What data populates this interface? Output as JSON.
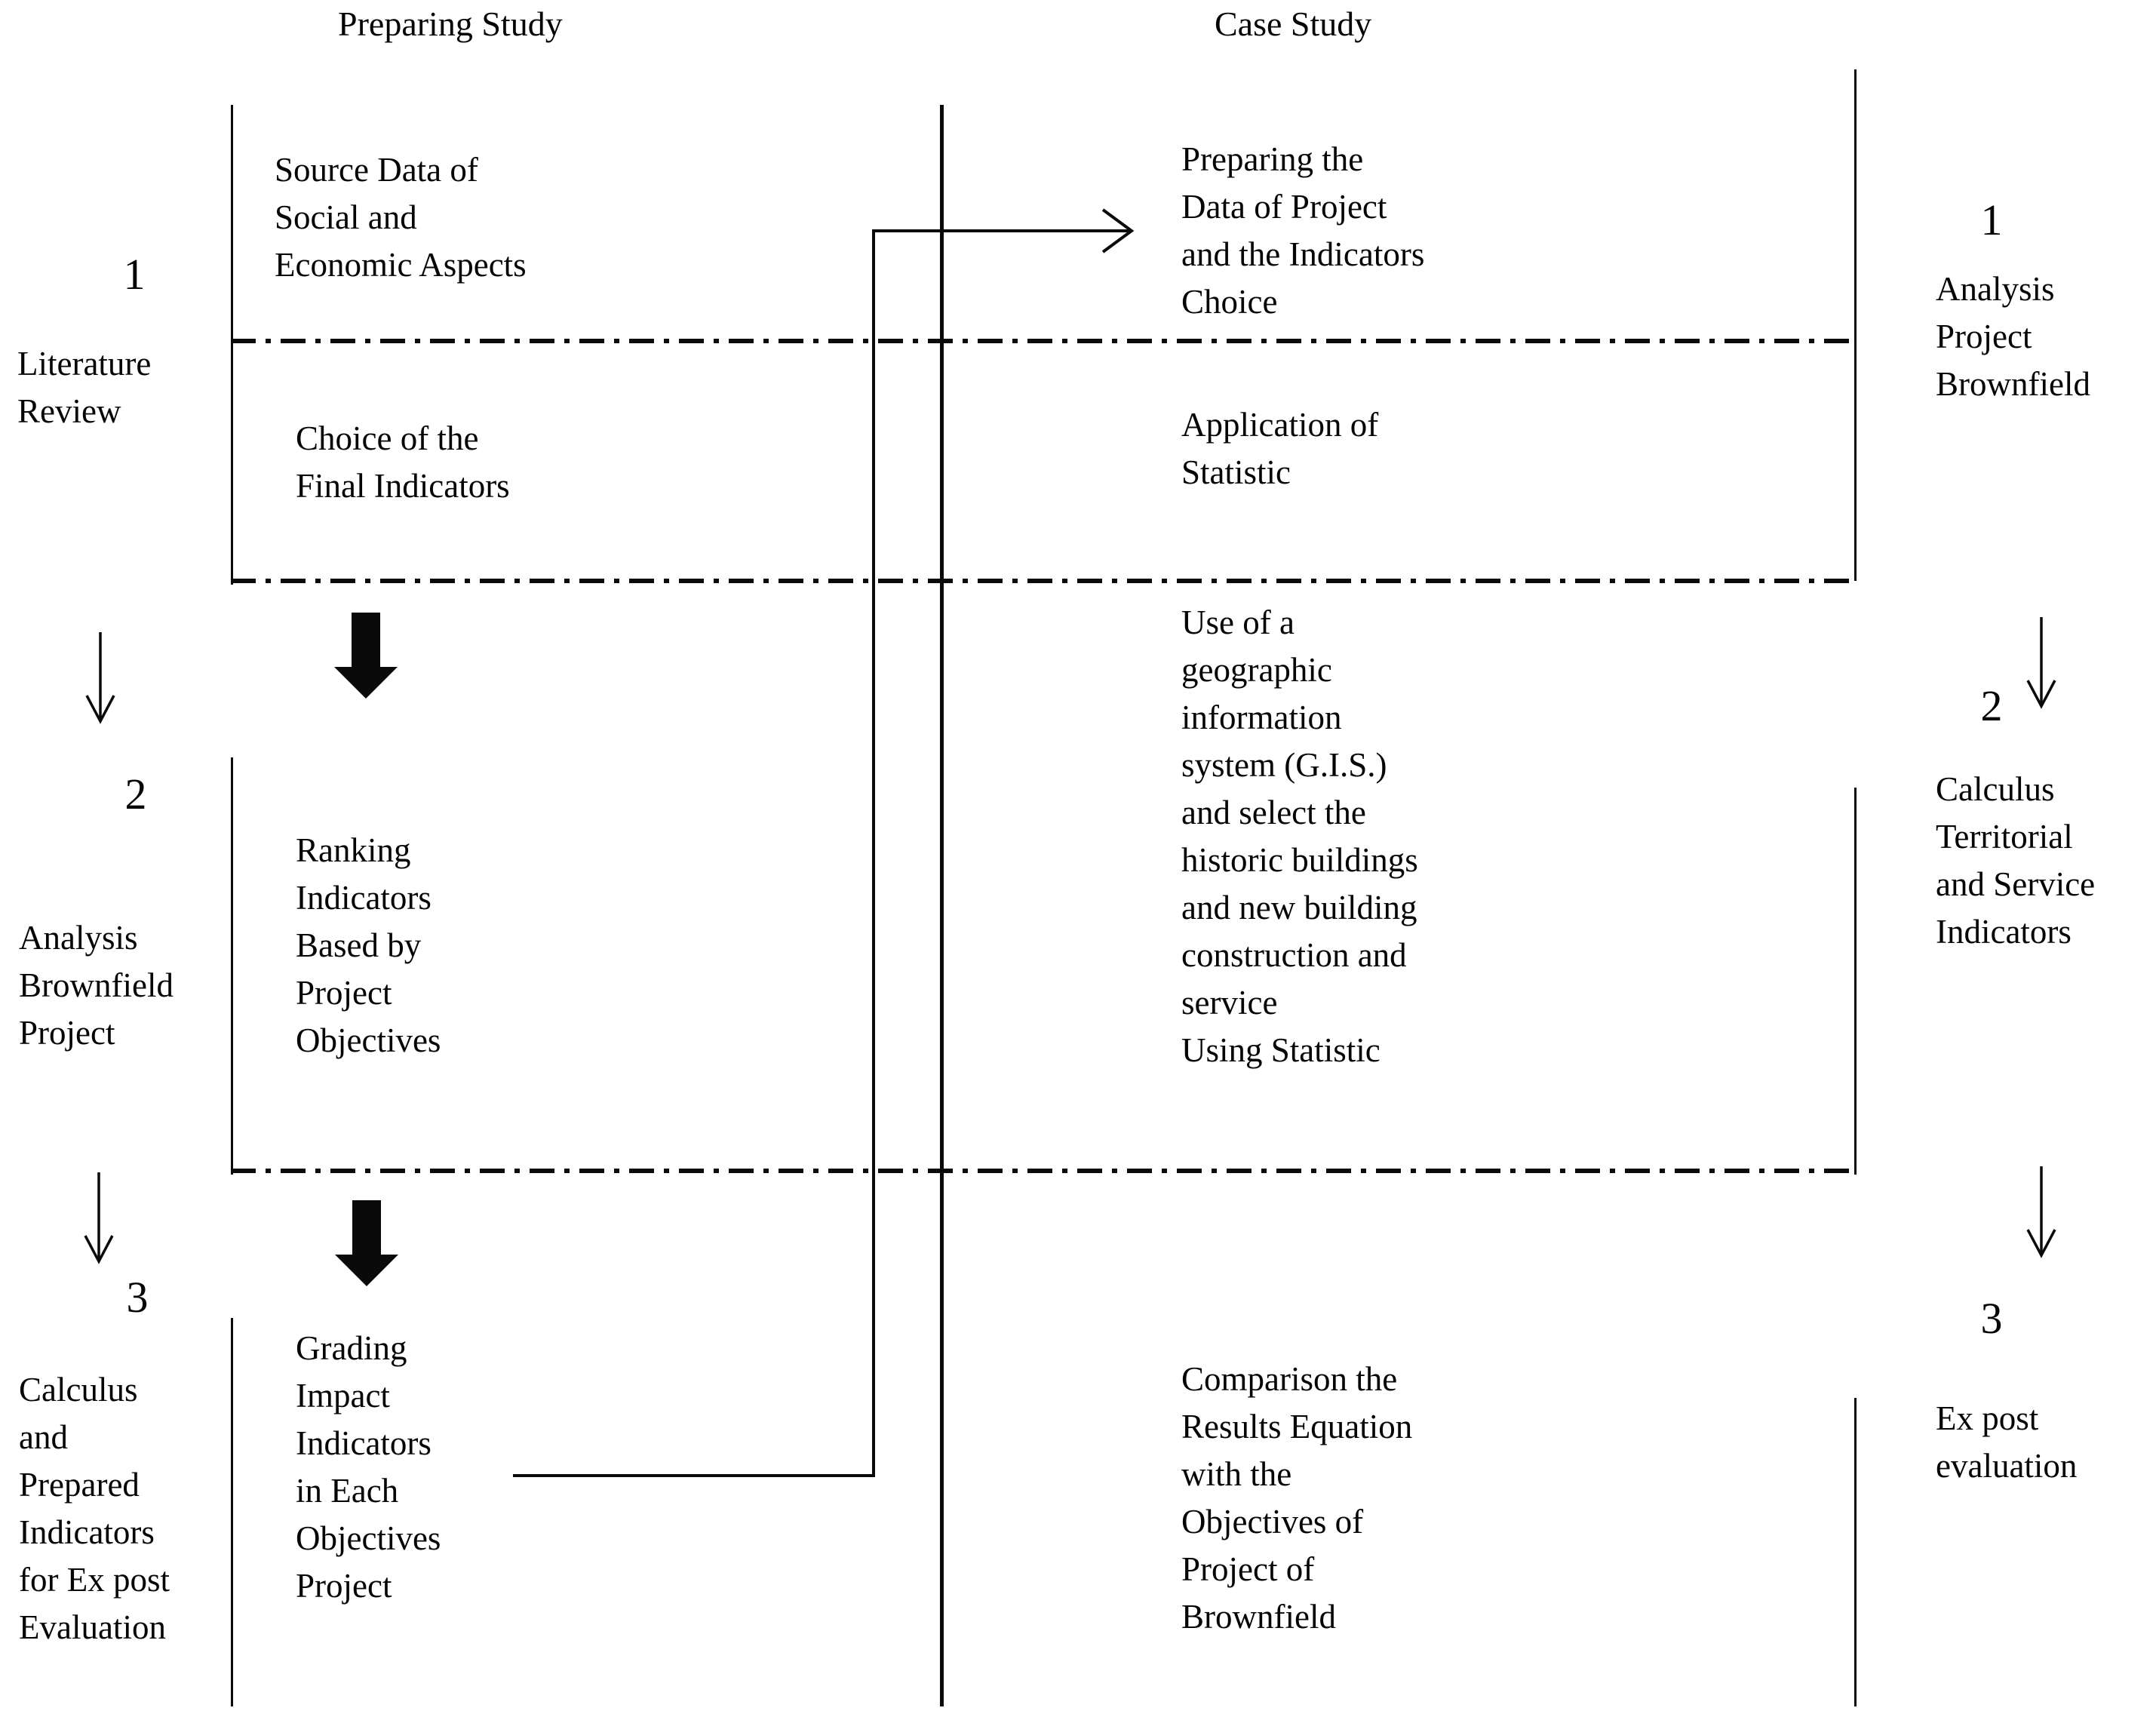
{
  "diagram": {
    "background": "#ffffff",
    "ink": "#000000",
    "columns": {
      "preparing": {
        "header": "Preparing Study",
        "steps": [
          "Source Data of\nSocial and\nEconomic Aspects",
          "Choice of the\nFinal Indicators",
          "Ranking\nIndicators\nBased by\nProject\nObjectives",
          "Grading\nImpact\nIndicators\nin Each\nObjectives\nProject"
        ]
      },
      "case": {
        "header": "Case Study",
        "steps": [
          "Preparing the\nData of Project\nand the Indicators\nChoice",
          "Application of\nStatistic",
          "Use of a\ngeographic\ninformation\nsystem (G.I.S.)\nand select the\nhistoric buildings\nand new building\nconstruction and\nservice\nUsing Statistic",
          "Comparison the\nResults Equation\nwith the\nObjectives of\nProject of\nBrownfield"
        ]
      }
    },
    "left_rail": {
      "phases": [
        {
          "number": "1",
          "label": "Literature\nReview"
        },
        {
          "number": "2",
          "label": "Analysis\nBrownfield\nProject"
        },
        {
          "number": "3",
          "label": "Calculus\nand\nPrepared\nIndicators\nfor Ex post\nEvaluation"
        }
      ]
    },
    "right_rail": {
      "phases": [
        {
          "number": "1",
          "label": "Analysis\nProject\nBrownfield"
        },
        {
          "number": "2",
          "label": "Calculus\nTerritorial\nand Service\nIndicators"
        },
        {
          "number": "3",
          "label": "Ex post\nevaluation"
        }
      ]
    }
  }
}
